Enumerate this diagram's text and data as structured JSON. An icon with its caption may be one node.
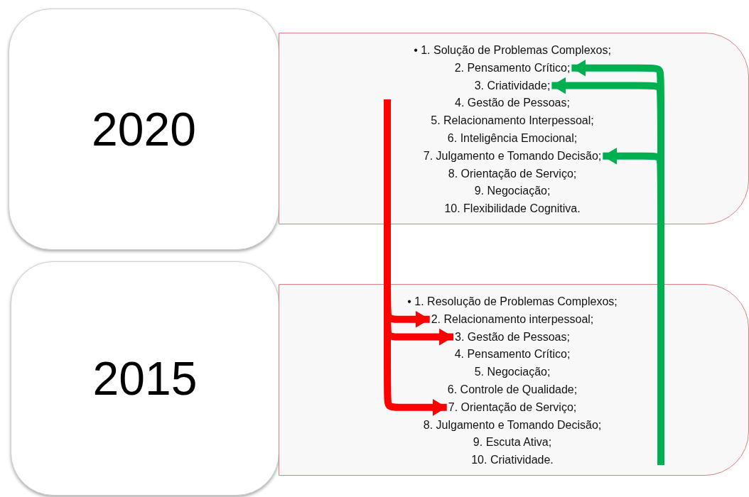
{
  "diagram": {
    "nodes": [
      {
        "text": [
          "2020"
        ]
      },
      {
        "text": [],
        "shape": "box"
      },
      {
        "text": [
          "• 1. Solução de Problemas Complexos;"
        ],
        "in": 1
      },
      {
        "text": [
          "2. Pensamento Crítico;"
        ],
        "in": 1
      },
      {
        "text": [
          "3. Criatividade;"
        ],
        "in": 1
      },
      {
        "text": [
          "4. Gestão de Pessoas;"
        ],
        "in": 1
      },
      {
        "text": [
          "5. Relacionamento Interpessoal;"
        ],
        "in": 1
      },
      {
        "text": [
          "6. Inteligência Emocional;"
        ],
        "in": 1
      },
      {
        "text": [
          "7. Julgamento e Tomando Decisão;"
        ],
        "in": 1
      },
      {
        "text": [
          "8. Orientação de Serviço;"
        ],
        "in": 1
      },
      {
        "text": [
          "9. Negociação;"
        ],
        "in": 1
      },
      {
        "text": [
          "10. Flexibilidade Cognitiva."
        ],
        "in": 1
      },
      {
        "text": [
          "2015"
        ]
      },
      {
        "text": [],
        "shape": "box"
      },
      {
        "text": [
          "• 1. Resolução de Problemas Complexos;"
        ],
        "in": 13
      },
      {
        "text": [
          "2. Relacionamento interpessoal;"
        ],
        "in": 13
      },
      {
        "text": [
          "3. Gestão de Pessoas;"
        ],
        "in": 13
      },
      {
        "text": [
          "4. Pensamento Crítico;"
        ],
        "in": 13
      },
      {
        "text": [
          "5. Negociação;"
        ],
        "in": 13
      },
      {
        "text": [
          "6. Controle de Qualidade;"
        ],
        "in": 13
      },
      {
        "text": [
          "7. Orientação de Serviço;"
        ],
        "in": 13
      },
      {
        "text": [
          "8. Julgamento e Tomando Decisão;"
        ],
        "in": 13
      },
      {
        "text": [
          "9. Escuta Ativa;"
        ],
        "in": 13
      },
      {
        "text": [
          "10. Criatividade."
        ],
        "in": 13
      }
    ],
    "edges": [
      {
        "from": null,
        "to": 15,
        "arrow": "to",
        "color": "#ff0000"
      },
      {
        "from": null,
        "to": 16,
        "arrow": "to",
        "color": "#ff0000"
      },
      {
        "from": null,
        "to": 20,
        "arrow": "to",
        "color": "#ff0000"
      },
      {
        "from": null,
        "to": 3,
        "arrow": "to",
        "color": "#00b050"
      },
      {
        "from": null,
        "to": 4,
        "arrow": "to",
        "color": "#00b050"
      },
      {
        "from": null,
        "to": 8,
        "arrow": "to",
        "color": "#00b050"
      }
    ]
  }
}
